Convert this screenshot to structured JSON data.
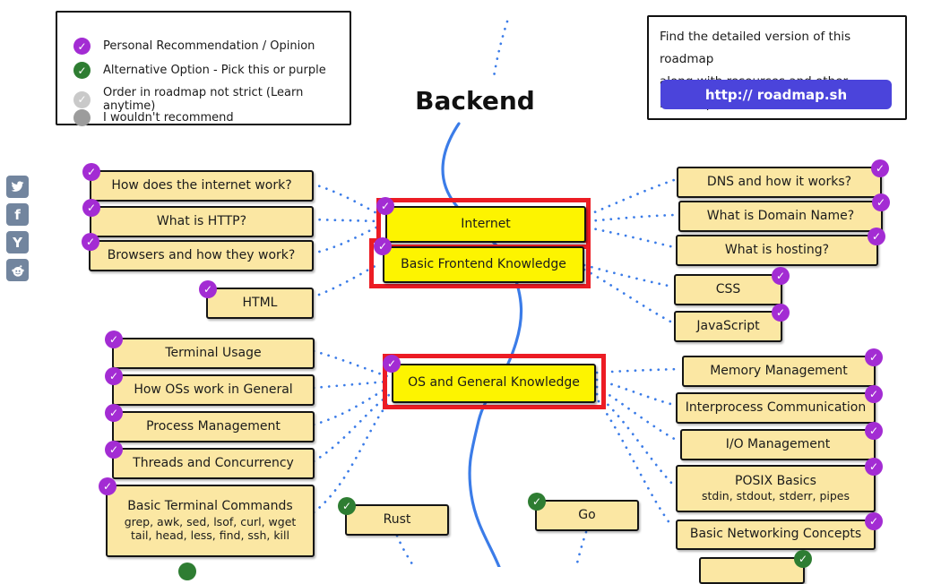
{
  "title": "Backend",
  "icons": {
    "check": "✓"
  },
  "colors": {
    "node_fill": "#fbe7a3",
    "highlight_fill": "#fdf400",
    "highlight_outline": "#ec1c24",
    "purple": "#a32cd3",
    "green": "#2e7d32",
    "line_blue": "#3b7ce8",
    "button_blue": "#4b44db",
    "social_gray": "#72859e"
  },
  "legend": {
    "items": [
      {
        "icon": "purple-check-icon",
        "label": "Personal Recommendation / Opinion"
      },
      {
        "icon": "green-check-icon",
        "label": "Alternative Option - Pick this or purple"
      },
      {
        "icon": "gray-check-icon",
        "label": "Order in roadmap not strict (Learn anytime)"
      },
      {
        "icon": "gray-dot-icon",
        "label": "I wouldn't recommend"
      }
    ]
  },
  "info_box": {
    "line1": "Find the detailed version of this roadmap",
    "line2": "along with resources and other roadmaps",
    "button_label": "http:// roadmap.sh"
  },
  "social": {
    "twitter": "twitter",
    "facebook": "f",
    "hackernews": "Y",
    "reddit": "reddit"
  },
  "nodes": {
    "how_internet": "How does the internet work?",
    "what_http": "What is HTTP?",
    "browsers": "Browsers and how they work?",
    "html": "HTML",
    "terminal_usage": "Terminal Usage",
    "how_os": "How OSs work in General",
    "process_mgmt": "Process Management",
    "threads": "Threads and Concurrency",
    "basic_terminal": {
      "title": "Basic Terminal Commands",
      "line2": "grep, awk, sed, lsof, curl, wget",
      "line3": "tail, head, less, find, ssh, kill"
    },
    "internet": "Internet",
    "frontend": "Basic Frontend Knowledge",
    "os_general": "OS and General Knowledge",
    "dns": "DNS and how it works?",
    "domain": "What is Domain Name?",
    "hosting": "What is hosting?",
    "css": "CSS",
    "javascript": "JavaScript",
    "memory": "Memory Management",
    "ipc": "Interprocess Communication",
    "io": "I/O Management",
    "posix": {
      "title": "POSIX Basics",
      "line2": "stdin, stdout, stderr, pipes"
    },
    "networking": "Basic Networking Concepts",
    "rust": "Rust",
    "go": "Go"
  }
}
